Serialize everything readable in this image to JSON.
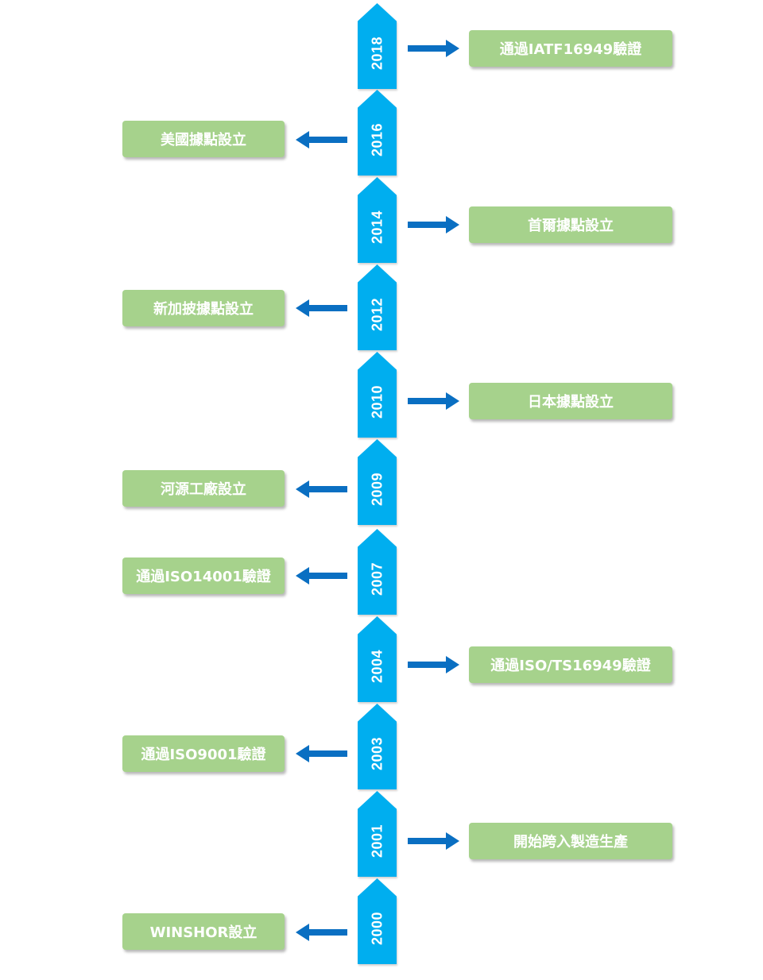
{
  "milestones": [
    {
      "year": "2018",
      "event": "通過IATF16949驗證",
      "side": "right"
    },
    {
      "year": "2016",
      "event": "美國據點設立",
      "side": "left"
    },
    {
      "year": "2014",
      "event": "首爾據點設立",
      "side": "right"
    },
    {
      "year": "2012",
      "event": "新加披據點設立",
      "side": "left"
    },
    {
      "year": "2010",
      "event": "日本據點設立",
      "side": "right"
    },
    {
      "year": "2009",
      "event": "河源工廠設立",
      "side": "left"
    },
    {
      "year": "2007",
      "event": "通過ISO14001驗證",
      "side": "left"
    },
    {
      "year": "2004",
      "event": "通過ISO/TS16949驗證",
      "side": "right"
    },
    {
      "year": "2003",
      "event": "通過ISO9001驗證",
      "side": "left"
    },
    {
      "year": "2001",
      "event": "開始跨入製造生產",
      "side": "right"
    },
    {
      "year": "2000",
      "event": "WINSHOR設立",
      "side": "left"
    }
  ],
  "colors": {
    "tag": "#00aeef",
    "box": "#a6d28c",
    "arrow": "#0a6fc2",
    "text": "#ffffff"
  }
}
